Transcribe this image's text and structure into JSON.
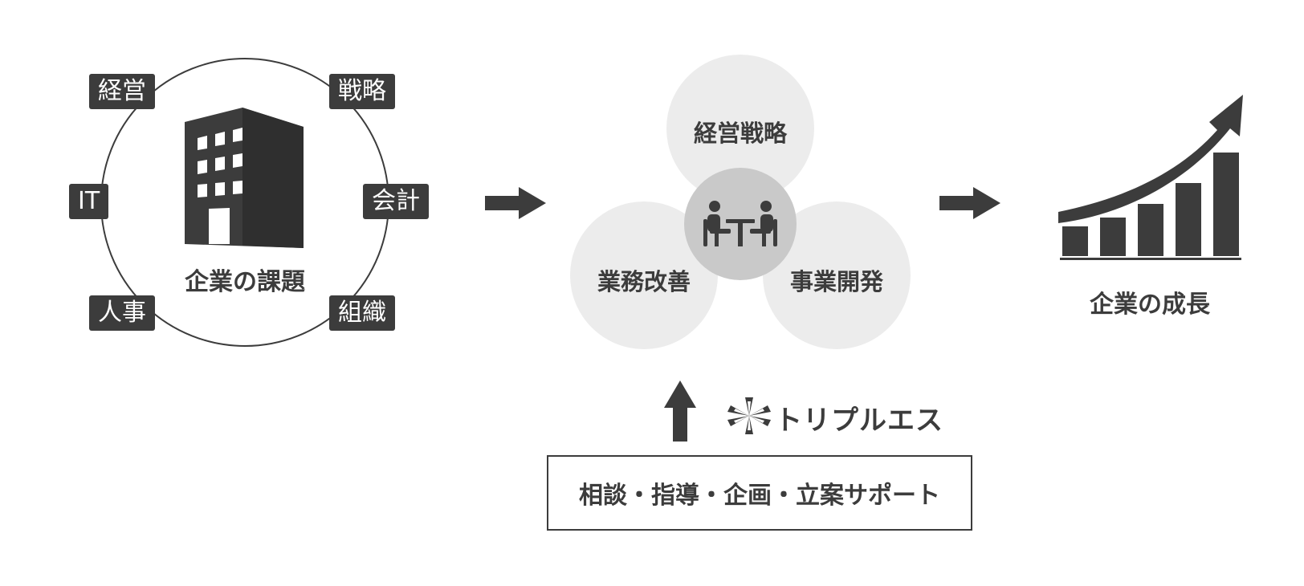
{
  "challenges": {
    "tags": {
      "management": "経営",
      "strategy": "戦略",
      "it": "IT",
      "accounting": "会計",
      "hr": "人事",
      "organization": "組織"
    },
    "caption": "企業の課題"
  },
  "solutions": {
    "top": "経営戦略",
    "left": "業務改善",
    "right": "事業開発"
  },
  "support": {
    "brand": "トリプルエス",
    "box_label": "相談・指導・企画・立案サポート"
  },
  "growth": {
    "caption": "企業の成長"
  },
  "colors": {
    "dark": "#3c3c3c",
    "bubble": "#ececec",
    "center_bubble": "#c9c9c9"
  }
}
